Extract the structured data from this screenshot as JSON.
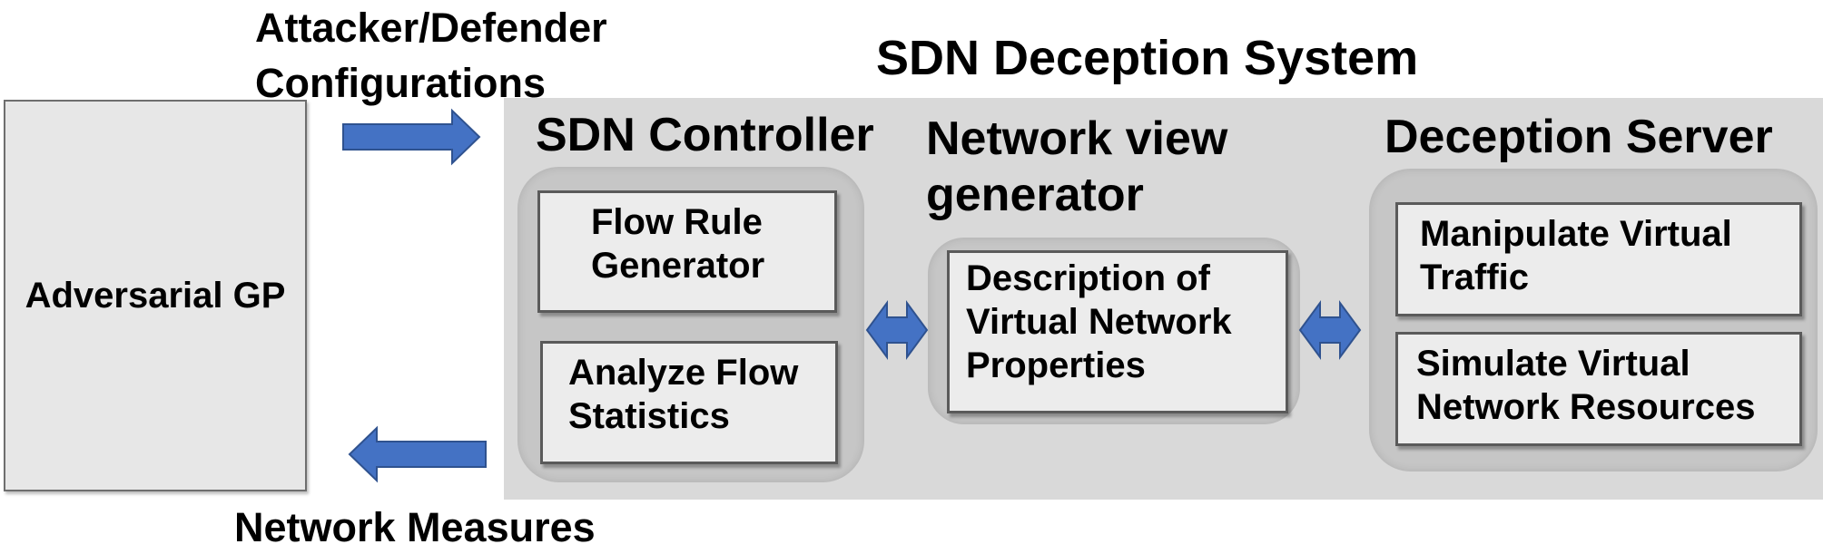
{
  "top_inputs": {
    "line1": "Attacker/Defender",
    "line2": "Configurations"
  },
  "bottom_outputs": {
    "label": "Network Measures"
  },
  "adversarial_gp": {
    "label": "Adversarial GP"
  },
  "system": {
    "title": "SDN Deception System",
    "sdn_controller": {
      "title": "SDN Controller",
      "boxes": [
        {
          "line1": "Flow Rule",
          "line2": "Generator"
        },
        {
          "line1": "Analyze Flow",
          "line2": "Statistics"
        }
      ]
    },
    "network_view_generator": {
      "title_line1": "Network view",
      "title_line2": "generator",
      "box": {
        "line1": "Description of",
        "line2": "Virtual Network",
        "line3": "Properties"
      }
    },
    "deception_server": {
      "title": "Deception Server",
      "boxes": [
        {
          "line1": "Manipulate Virtual",
          "line2": "Traffic"
        },
        {
          "line1": "Simulate Virtual",
          "line2": "Network Resources"
        }
      ]
    }
  },
  "colors": {
    "arrow_blue": "#4472c4",
    "panel_grey": "#d9d9d9",
    "group_grey": "#c6c6c6",
    "box_fill": "#ececec"
  }
}
